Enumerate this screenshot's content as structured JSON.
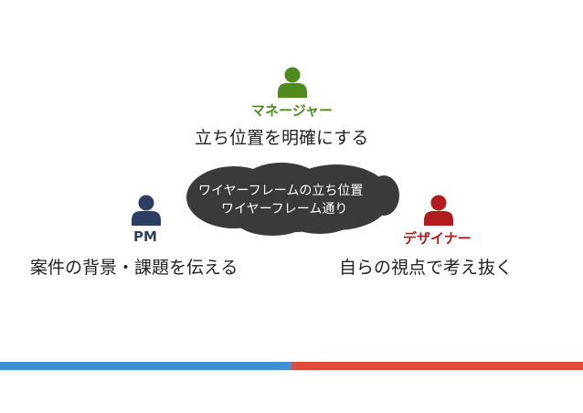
{
  "manager": {
    "role": "マネージャー",
    "description": "立ち位置を明確にする",
    "icon": "user-icon",
    "color": "#4f8a1e"
  },
  "pm": {
    "role": "PM",
    "description": "案件の背景・課題を伝える",
    "icon": "user-icon",
    "color": "#2d3f63"
  },
  "designer": {
    "role": "デザイナー",
    "description": "自らの視点で考え抜く",
    "icon": "user-icon",
    "color": "#b11c1c"
  },
  "cloud": {
    "line1": "ワイヤーフレームの立ち位置",
    "line2": "ワイヤーフレーム通り",
    "color": "#3a3a3a"
  },
  "footer": {
    "left_color": "#3f8fd2",
    "right_color": "#e2493c"
  }
}
